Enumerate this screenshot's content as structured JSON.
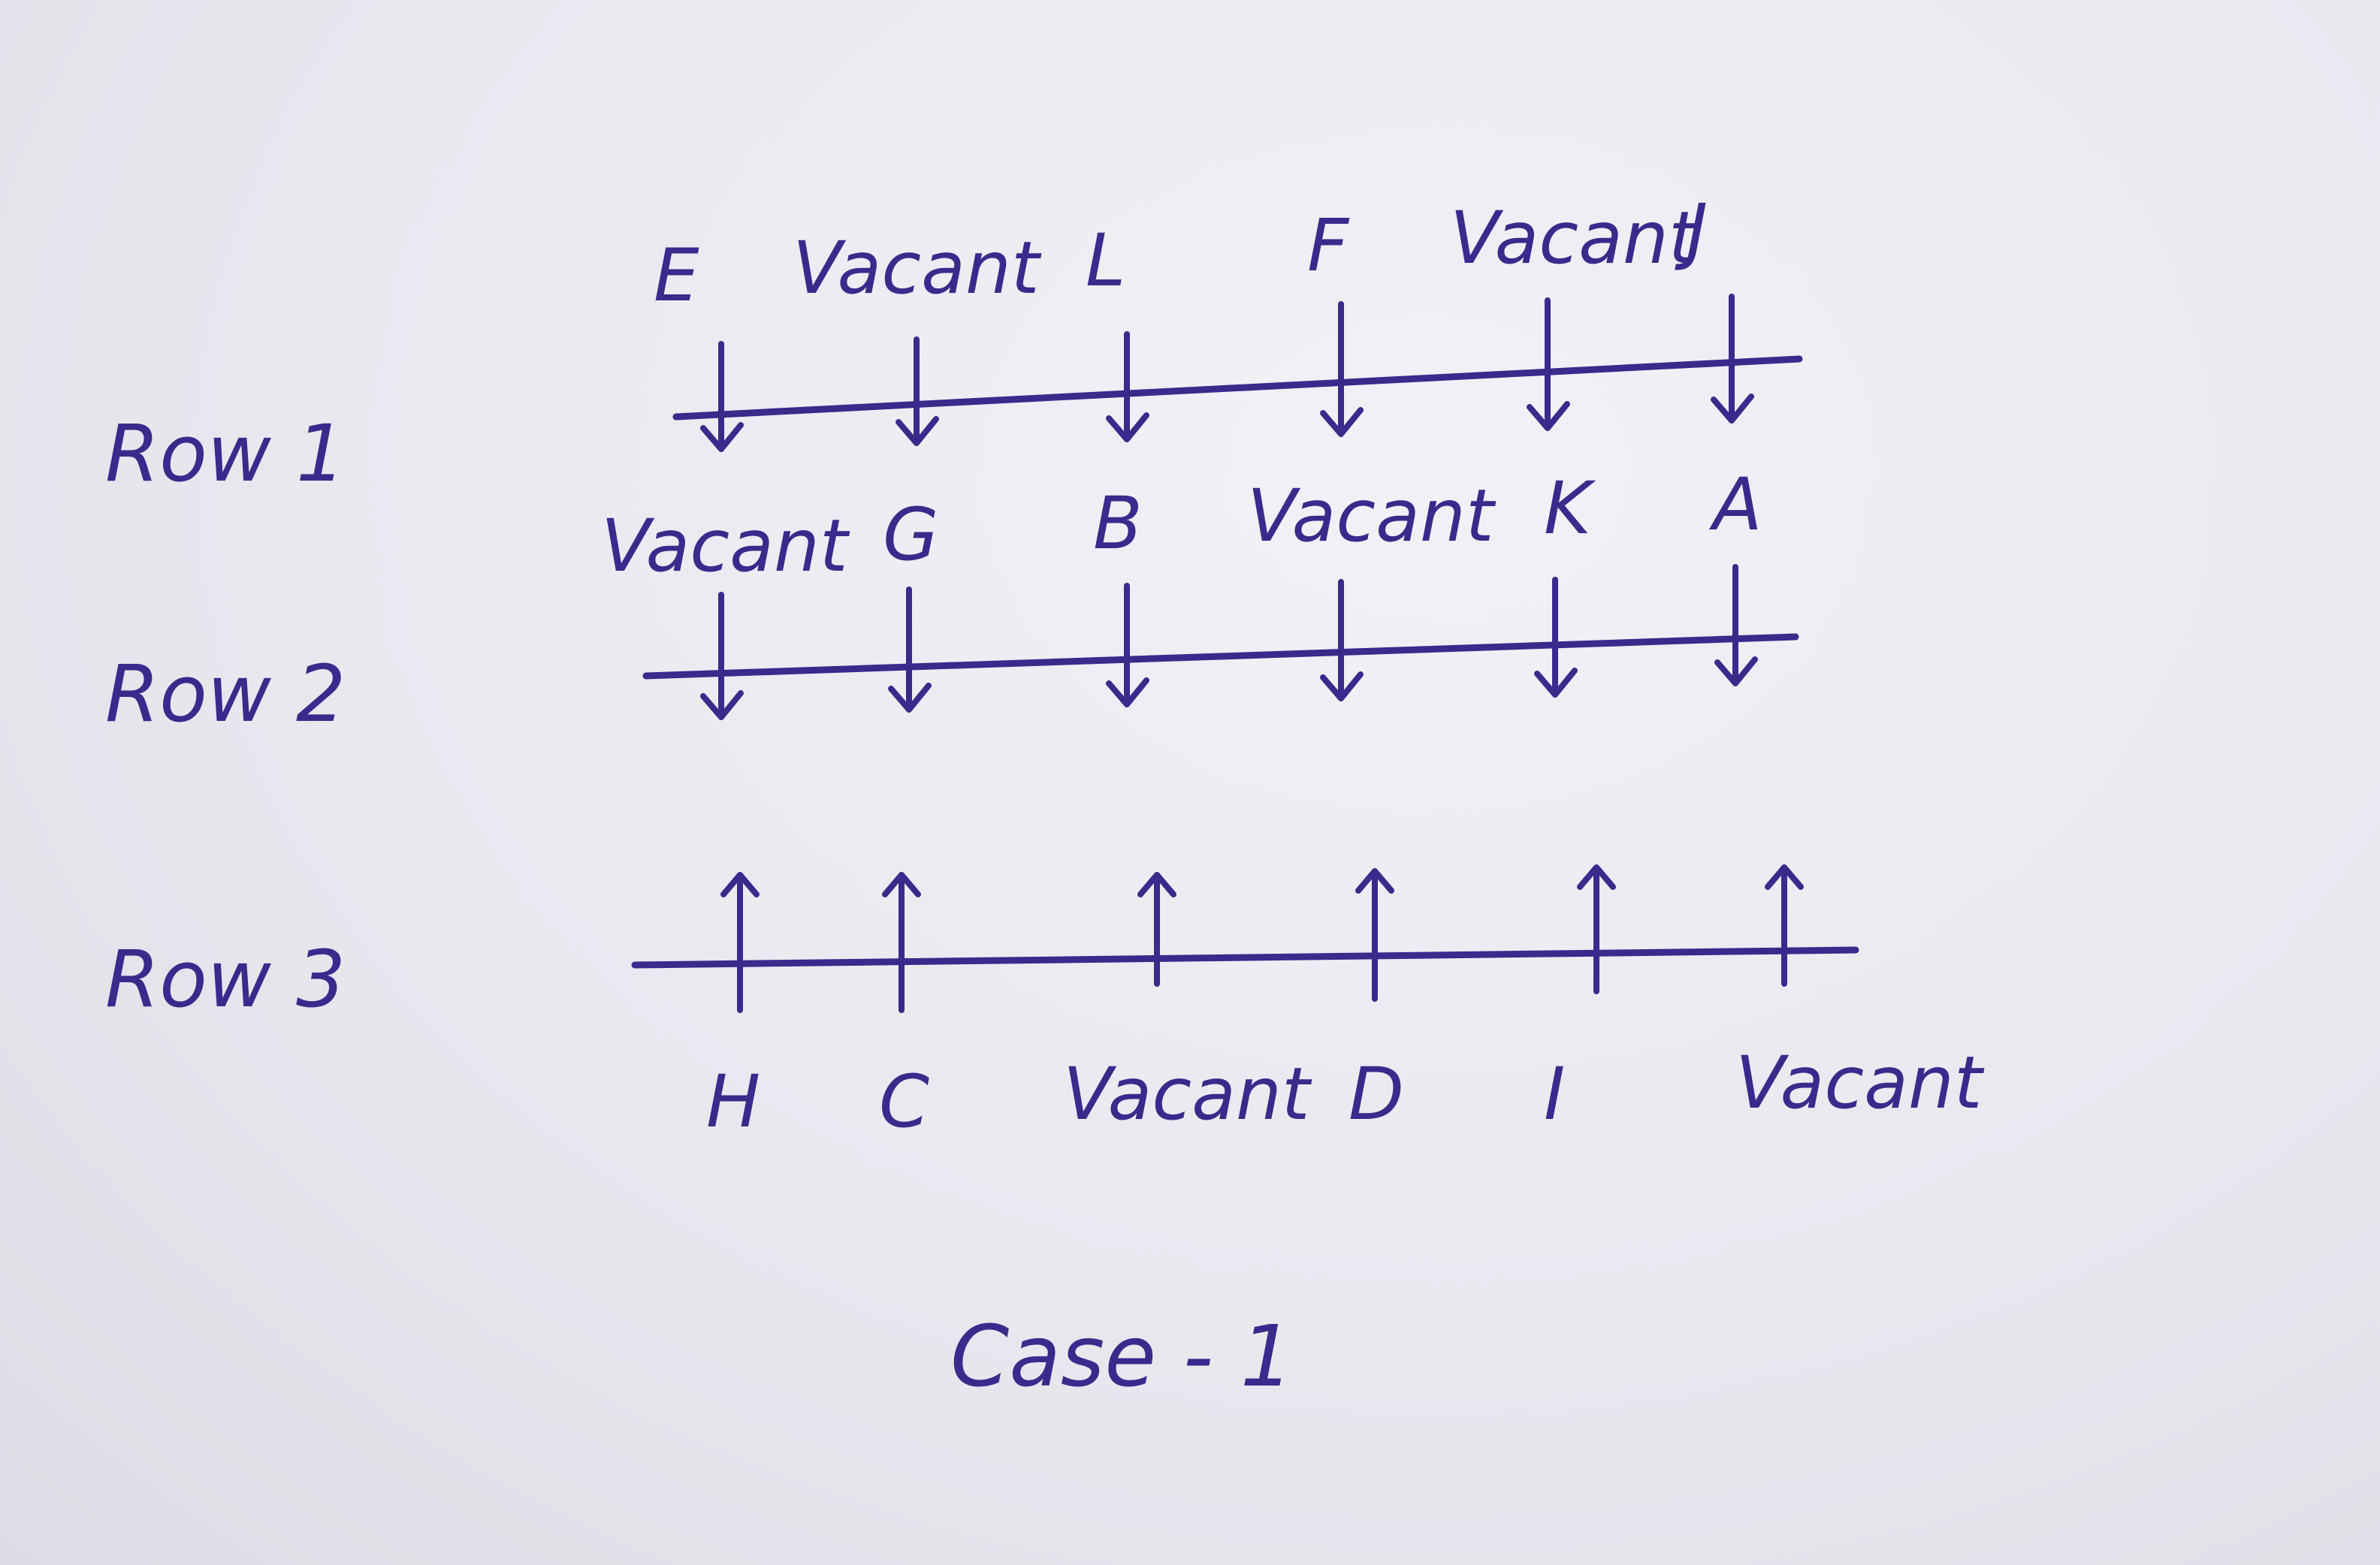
{
  "rows": [
    {
      "label": "Row 1",
      "facing": "down",
      "seats": [
        "E",
        "Vacant",
        "L",
        "F",
        "Vacant",
        "J"
      ]
    },
    {
      "label": "Row 2",
      "facing": "down",
      "seats": [
        "Vacant",
        "G",
        "B",
        "Vacant",
        "K",
        "A"
      ]
    },
    {
      "label": "Row 3",
      "facing": "up",
      "seats": [
        "H",
        "C",
        "Vacant",
        "D",
        "I",
        "Vacant"
      ]
    }
  ],
  "caption": "Case - 1",
  "colors": {
    "ink": "#3a2a8c",
    "paper": "#ecebf1"
  }
}
